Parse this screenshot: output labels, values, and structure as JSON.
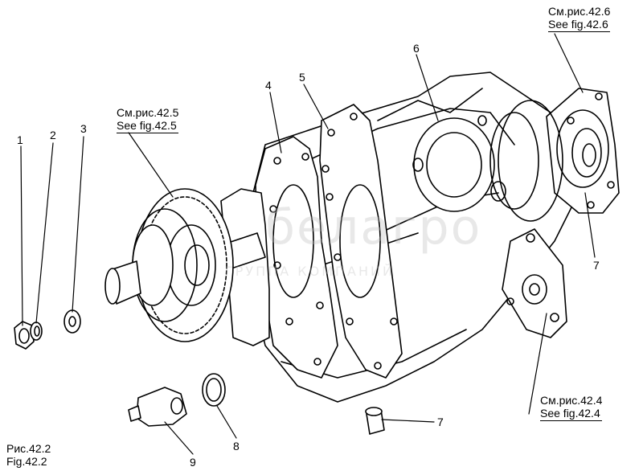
{
  "figure": {
    "caption_ru": "Рис.42.2",
    "caption_en": "Fig.42.2"
  },
  "callouts": {
    "n1": "1",
    "n2": "2",
    "n3": "3",
    "n4": "4",
    "n5": "5",
    "n6": "6",
    "n7_top": "7",
    "n7_bottom": "7",
    "n8": "8",
    "n9": "9"
  },
  "refs": {
    "fig_42_5_ru": "См.рис.42.5",
    "fig_42_5_en": "See fig.42.5",
    "fig_42_6_ru": "См.рис.42.6",
    "fig_42_6_en": "See fig.42.6",
    "fig_42_4_ru": "См.рис.42.4",
    "fig_42_4_en": "See fig.42.4"
  },
  "watermark": {
    "main": "белагро",
    "sub": "ГРУППА КОМПАНИЙ"
  },
  "colors": {
    "line": "#000000",
    "background": "#ffffff",
    "watermark": "#bebebe"
  }
}
